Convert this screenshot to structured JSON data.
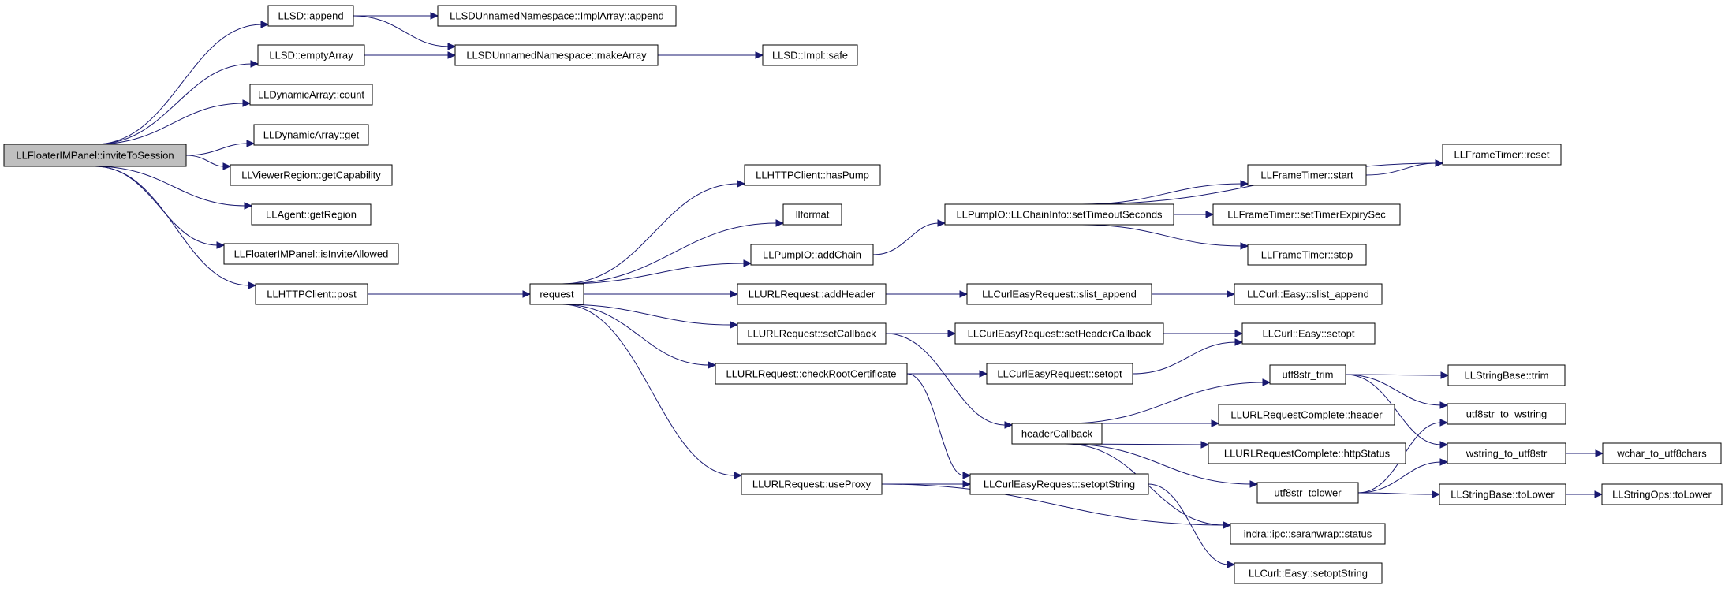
{
  "graph": {
    "nodes": {
      "root": "LLFloaterIMPanel::inviteToSession",
      "llsd_append": "LLSD::append",
      "impl_append": "LLSDUnnamedNamespace::ImplArray::append",
      "llsd_emptyarray": "LLSD::emptyArray",
      "makearray": "LLSDUnnamedNamespace::makeArray",
      "impl_safe": "LLSD::Impl::safe",
      "dyn_count": "LLDynamicArray::count",
      "dyn_get": "LLDynamicArray::get",
      "getcapability": "LLViewerRegion::getCapability",
      "getregion": "LLAgent::getRegion",
      "isinviteallowed": "LLFloaterIMPanel::isInviteAllowed",
      "httpclient_post": "LLHTTPClient::post",
      "request": "request",
      "haspump": "LLHTTPClient::hasPump",
      "llformat": "llformat",
      "addchain": "LLPumpIO::addChain",
      "settimeoutseconds": "LLPumpIO::LLChainInfo::setTimeoutSeconds",
      "ft_reset": "LLFrameTimer::reset",
      "ft_start": "LLFrameTimer::start",
      "ft_setexpiry": "LLFrameTimer::setTimerExpirySec",
      "ft_stop": "LLFrameTimer::stop",
      "addheader": "LLURLRequest::addHeader",
      "slist_append": "LLCurlEasyRequest::slist_append",
      "easy_slist_append": "LLCurl::Easy::slist_append",
      "setcallback": "LLURLRequest::setCallback",
      "setheadercallback": "LLCurlEasyRequest::setHeaderCallback",
      "easy_setopt": "LLCurl::Easy::setopt",
      "checkrootcert": "LLURLRequest::checkRootCertificate",
      "req_setopt": "LLCurlEasyRequest::setopt",
      "utf8str_trim": "utf8str_trim",
      "stringbase_trim": "LLStringBase::trim",
      "headercallback": "headerCallback",
      "complete_header": "LLURLRequestComplete::header",
      "utf8str_to_wstring": "utf8str_to_wstring",
      "complete_httpstatus": "LLURLRequestComplete::httpStatus",
      "wstring_to_utf8str": "wstring_to_utf8str",
      "wchar_to_utf8chars": "wchar_to_utf8chars",
      "useproxy": "LLURLRequest::useProxy",
      "setoptstring": "LLCurlEasyRequest::setoptString",
      "utf8str_tolower": "utf8str_tolower",
      "stringbase_tolower": "LLStringBase::toLower",
      "stringops_tolower": "LLStringOps::toLower",
      "saranwrap_status": "indra::ipc::saranwrap::status",
      "easy_setoptstring": "LLCurl::Easy::setoptString"
    },
    "edges": [
      [
        "root",
        "llsd_append"
      ],
      [
        "root",
        "llsd_emptyarray"
      ],
      [
        "root",
        "dyn_count"
      ],
      [
        "root",
        "dyn_get"
      ],
      [
        "root",
        "getcapability"
      ],
      [
        "root",
        "getregion"
      ],
      [
        "root",
        "isinviteallowed"
      ],
      [
        "root",
        "httpclient_post"
      ],
      [
        "llsd_append",
        "impl_append"
      ],
      [
        "llsd_append",
        "makearray"
      ],
      [
        "llsd_emptyarray",
        "makearray"
      ],
      [
        "makearray",
        "impl_safe"
      ],
      [
        "httpclient_post",
        "request"
      ],
      [
        "request",
        "haspump"
      ],
      [
        "request",
        "llformat"
      ],
      [
        "request",
        "addchain"
      ],
      [
        "request",
        "addheader"
      ],
      [
        "request",
        "setcallback"
      ],
      [
        "request",
        "checkrootcert"
      ],
      [
        "request",
        "useproxy"
      ],
      [
        "addchain",
        "settimeoutseconds"
      ],
      [
        "settimeoutseconds",
        "ft_reset"
      ],
      [
        "settimeoutseconds",
        "ft_start"
      ],
      [
        "settimeoutseconds",
        "ft_setexpiry"
      ],
      [
        "settimeoutseconds",
        "ft_stop"
      ],
      [
        "ft_start",
        "ft_reset"
      ],
      [
        "addheader",
        "slist_append"
      ],
      [
        "slist_append",
        "easy_slist_append"
      ],
      [
        "setcallback",
        "setheadercallback"
      ],
      [
        "setcallback",
        "headercallback"
      ],
      [
        "setheadercallback",
        "easy_setopt"
      ],
      [
        "checkrootcert",
        "req_setopt"
      ],
      [
        "checkrootcert",
        "setoptstring"
      ],
      [
        "req_setopt",
        "easy_setopt"
      ],
      [
        "headercallback",
        "utf8str_trim"
      ],
      [
        "headercallback",
        "complete_header"
      ],
      [
        "headercallback",
        "complete_httpstatus"
      ],
      [
        "headercallback",
        "utf8str_tolower"
      ],
      [
        "headercallback",
        "saranwrap_status"
      ],
      [
        "utf8str_trim",
        "stringbase_trim"
      ],
      [
        "utf8str_trim",
        "utf8str_to_wstring"
      ],
      [
        "utf8str_trim",
        "wstring_to_utf8str"
      ],
      [
        "utf8str_tolower",
        "utf8str_to_wstring"
      ],
      [
        "utf8str_tolower",
        "wstring_to_utf8str"
      ],
      [
        "utf8str_tolower",
        "stringbase_tolower"
      ],
      [
        "wstring_to_utf8str",
        "wchar_to_utf8chars"
      ],
      [
        "stringbase_tolower",
        "stringops_tolower"
      ],
      [
        "useproxy",
        "setoptstring"
      ],
      [
        "useproxy",
        "saranwrap_status"
      ],
      [
        "setoptstring",
        "easy_setoptstring"
      ]
    ]
  }
}
